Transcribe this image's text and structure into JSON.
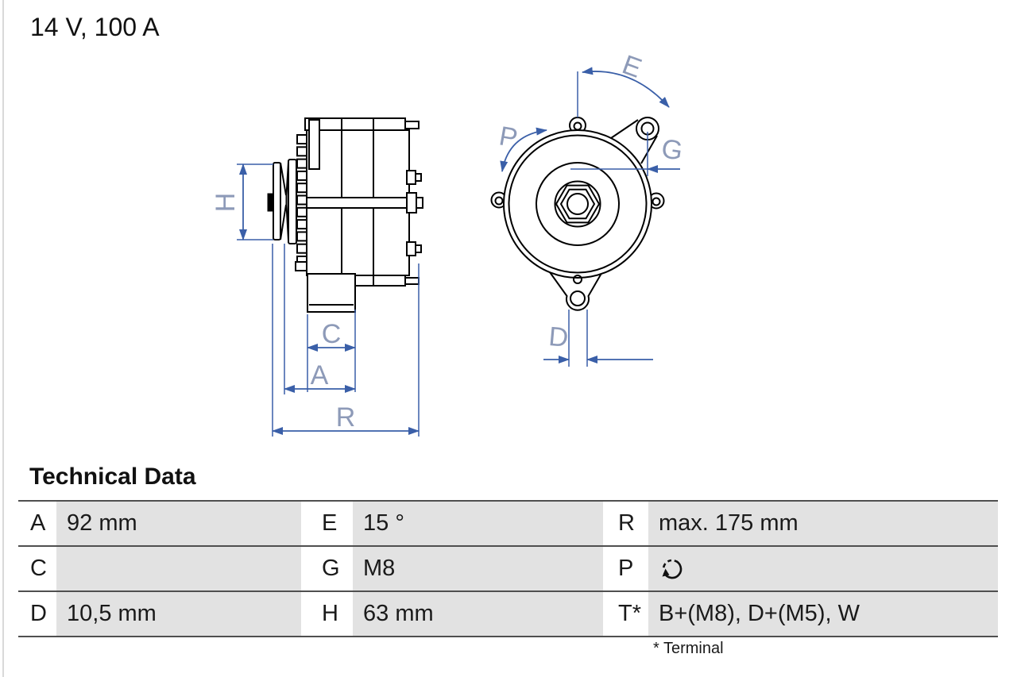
{
  "page": {
    "title": "14 V, 100 A"
  },
  "drawing": {
    "dim_labels": {
      "H": "H",
      "C": "C",
      "A": "A",
      "R": "R",
      "E": "E",
      "P": "P",
      "G": "G",
      "D": "D"
    }
  },
  "technical_data": {
    "heading": "Technical Data",
    "rows": [
      [
        {
          "key": "A",
          "value": "92 mm"
        },
        {
          "key": "E",
          "value": "15 °"
        },
        {
          "key": "R",
          "value": "max. 175 mm"
        }
      ],
      [
        {
          "key": "C",
          "value": ""
        },
        {
          "key": "G",
          "value": "M8"
        },
        {
          "key": "P",
          "value": "",
          "icon": "rotation-counterclockwise"
        }
      ],
      [
        {
          "key": "D",
          "value": "10,5 mm"
        },
        {
          "key": "H",
          "value": "63 mm"
        },
        {
          "key": "T*",
          "value": "B+(M8), D+(M5), W"
        }
      ]
    ],
    "footnote": "* Terminal"
  },
  "colors": {
    "dimension_line": "#3a5fa8",
    "dimension_label": "#8d9ab8",
    "table_cell_bg": "#e2e2e2",
    "table_rule": "#4f4f4f",
    "text": "#1a1a1a"
  }
}
